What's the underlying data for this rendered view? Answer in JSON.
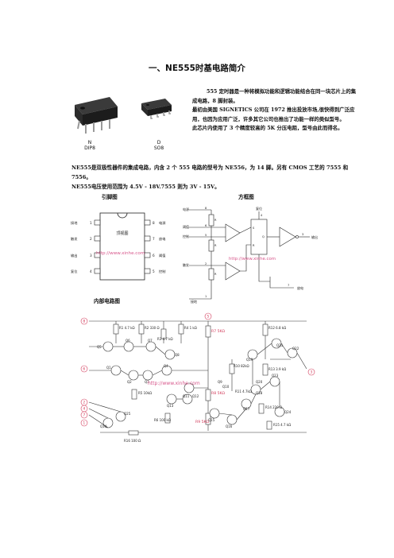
{
  "title": "一、NE555时基电路简介",
  "intro_lines": [
    "555 定时器是一种将模拟功能和逻辑功能结合在同一块芯片上的集成电路，8 脚封装。",
    "最初由美国 SIGNETICS 公司在 1972 推出投放市场,很快得到广泛应用，也因为应用广泛，许多其它公司也推出了功能一样的类似型号。",
    "此芯片内使用了 3 个精度较高的 5K 分压电阻，型号由此而得名。"
  ],
  "package_labels": {
    "dip": [
      "N",
      "DIP8"
    ],
    "so": [
      "D",
      "SO8"
    ]
  },
  "paragraph_1": "NE555是双极性器件的集成电路，内含 2 个 555 电路的型号为 NE556，为 14 脚。另有 CMOS 工艺的 7555 和 7556。",
  "paragraph_2": "NE555电压使用范围为 4.5V - 18V.7555 则为 3V - 15V。",
  "captions": {
    "pinout": "引脚图",
    "block": "方框图",
    "internal": "内部电路图"
  },
  "pinout": {
    "chip_label": "顶视图",
    "left_pins": [
      {
        "num": "1",
        "name": "接地"
      },
      {
        "num": "2",
        "name": "触发"
      },
      {
        "num": "3",
        "name": "输出"
      },
      {
        "num": "4",
        "name": "复位"
      }
    ],
    "right_pins": [
      {
        "num": "8",
        "name": "电源"
      },
      {
        "num": "7",
        "name": "放电"
      },
      {
        "num": "6",
        "name": "阈值"
      },
      {
        "num": "5",
        "name": "控制"
      }
    ]
  },
  "block_diagram": {
    "labels": [
      "电源",
      "阈值",
      "控制",
      "触发",
      "接地",
      "复位",
      "输出",
      "放电"
    ],
    "pin_numbers": [
      "8",
      "6",
      "5",
      "2",
      "1",
      "4",
      "3",
      "7"
    ],
    "inner": [
      "R",
      "R",
      "R",
      "S",
      "R",
      "Q"
    ]
  },
  "watermark": "http://www.xinhe.com",
  "internal_circuit": {
    "pins": [
      "8",
      "5",
      "6",
      "2",
      "4",
      "7",
      "1",
      "3"
    ],
    "resistors": [
      "R1 4.7 kΩ",
      "R2 330 Ω",
      "R3 4.7 kΩ",
      "R4 1 kΩ",
      "R7 5KΩ",
      "R12 6.8 kΩ",
      "R13 3.9 kΩ",
      "R10 82kΩ",
      "R8 5KΩ",
      "R9 5KΩ",
      "R5 10kΩ",
      "R6 100 kΩ",
      "R11 4.7kΩ",
      "R14 220 Ω",
      "R15 4.7 kΩ",
      "R16 100 Ω"
    ],
    "transistors": [
      "Q1",
      "Q2",
      "Q3",
      "Q4",
      "Q5",
      "Q6",
      "Q7",
      "Q8",
      "Q9",
      "Q10",
      "Q11",
      "Q12",
      "Q13",
      "Q14",
      "Q15",
      "Q16",
      "Q17",
      "Q18",
      "Q19",
      "Q20",
      "Q21",
      "Q22",
      "Q23",
      "Q24",
      "Q25"
    ]
  }
}
